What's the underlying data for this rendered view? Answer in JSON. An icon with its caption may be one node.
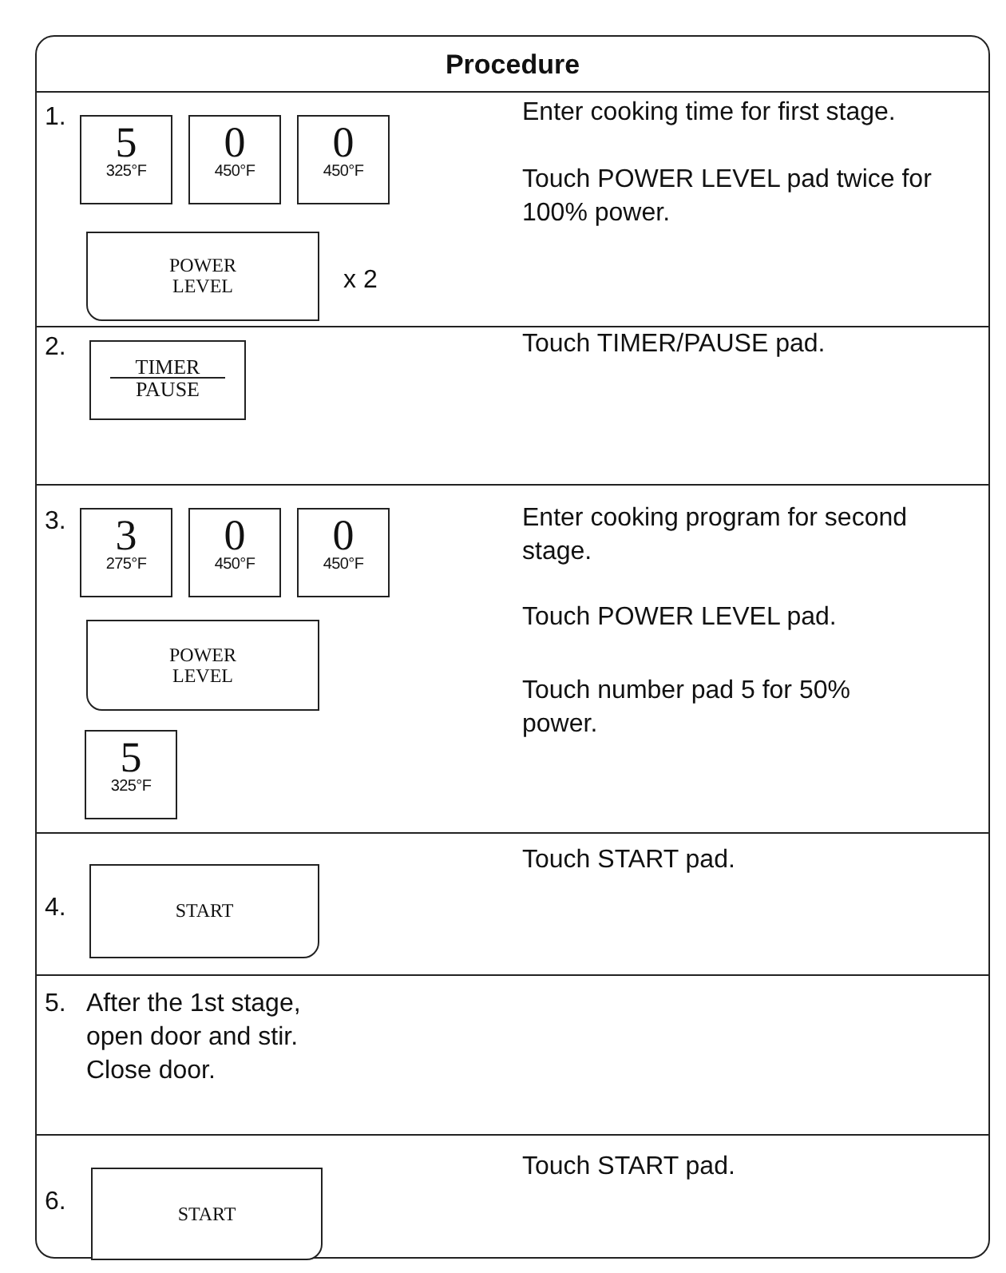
{
  "diagram": {
    "title": "Procedure",
    "nodes": [
      {
        "text": [
          "5",
          "325°F"
        ]
      },
      {
        "text": [
          "0",
          "450°F"
        ]
      },
      {
        "text": [
          "0",
          "450°F"
        ]
      },
      {
        "text": [
          "POWER LEVEL"
        ],
        "beside": [
          "x 2"
        ]
      },
      {
        "text": [
          "TIMER",
          "PAUSE"
        ]
      },
      {
        "text": [
          "3",
          "275°F"
        ]
      },
      {
        "text": [
          "0",
          "450°F"
        ]
      },
      {
        "text": [
          "0",
          "450°F"
        ]
      },
      {
        "text": [
          "POWER LEVEL"
        ]
      },
      {
        "text": [
          "5",
          "325°F"
        ]
      },
      {
        "text": [
          "START"
        ]
      },
      {
        "text": [
          "START"
        ]
      }
    ],
    "labels": [
      "1.",
      "Enter cooking time for first stage.",
      "Touch POWER LEVEL pad twice for 100% power.",
      "2.",
      "Touch TIMER/PAUSE pad.",
      "3.",
      "Enter cooking program for second stage.",
      "Touch POWER LEVEL pad.",
      "Touch number pad 5 for 50% power.",
      "4.",
      "Touch START pad.",
      "5.",
      "After the 1st stage, open door and stir. Close door.",
      "6.",
      "Touch START pad."
    ]
  }
}
